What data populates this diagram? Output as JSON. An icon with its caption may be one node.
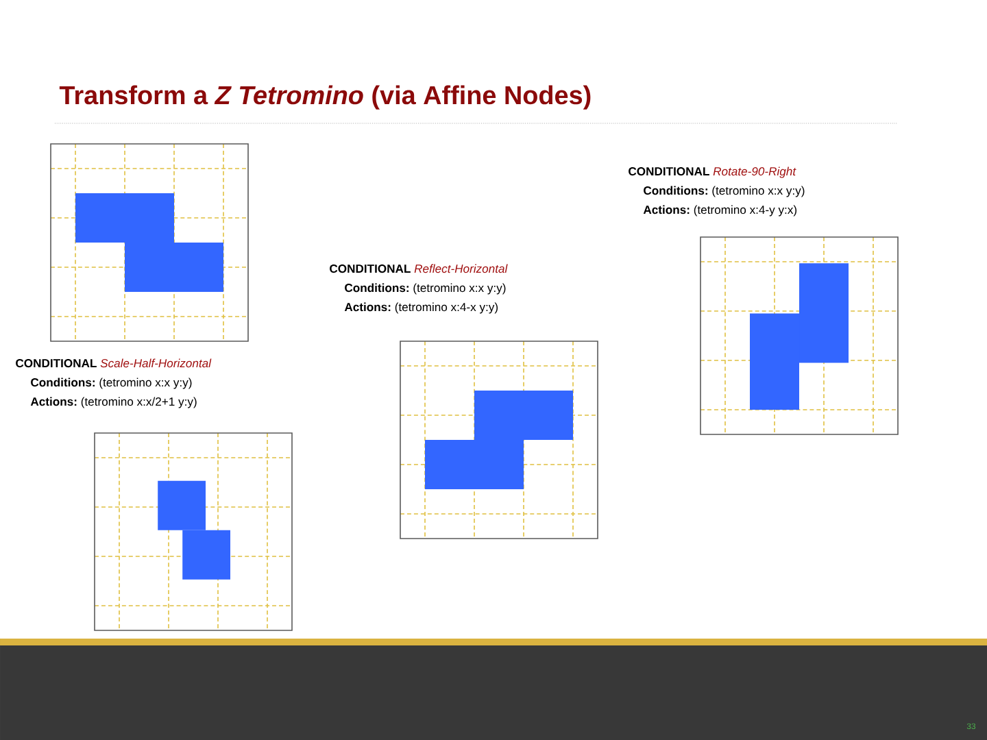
{
  "diagram": {
    "title": "Transform a *Z Tetromino* (via Affine Nodes)",
    "labels": [
      "CONDITIONAL",
      "Rotate-90-Right",
      "Conditions:",
      "(tetromino x:x y:y)",
      "Actions:",
      "(tetromino x:4-y y:x)",
      "CONDITIONAL",
      "Reflect-Horizontal",
      "Conditions:",
      "(tetromino x:x y:y)",
      "Actions:",
      "(tetromino x:4-x y:y)",
      "CONDITIONAL",
      "Scale-Half-Horizontal",
      "Conditions:",
      "(tetromino x:x y:y)",
      "Actions:",
      "(tetromino x:x/2+1 y:y)",
      "33"
    ]
  }
}
